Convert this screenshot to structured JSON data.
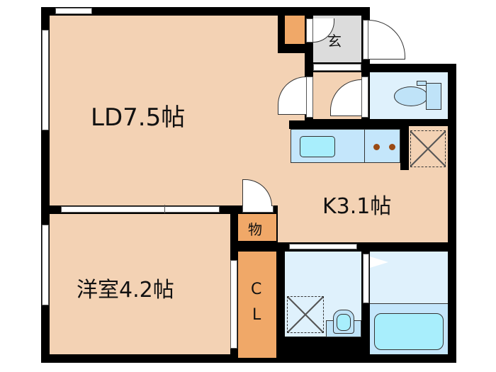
{
  "floor_plan": {
    "rooms": [
      {
        "id": "ld",
        "label": "LD7.5帖",
        "type": "Living/Dining",
        "size_jo": 7.5
      },
      {
        "id": "kitchen",
        "label": "K3.1帖",
        "type": "Kitchen",
        "size_jo": 3.1
      },
      {
        "id": "western",
        "label": "洋室4.2帖",
        "type": "Western-style room",
        "size_jo": 4.2
      },
      {
        "id": "entrance",
        "label": "玄",
        "type": "Entrance"
      },
      {
        "id": "storage",
        "label": "物",
        "type": "Storage"
      },
      {
        "id": "closet",
        "label_top": "C",
        "label_bottom": "L",
        "type": "Closet"
      },
      {
        "id": "toilet",
        "label": "",
        "type": "Toilet"
      },
      {
        "id": "washroom",
        "label": "",
        "type": "Washroom"
      },
      {
        "id": "bath",
        "label": "",
        "type": "Bathroom"
      }
    ],
    "colors": {
      "room": "#f3d2b4",
      "storage": "#f0a868",
      "entrance": "#dcdcdc",
      "wet_area": "#dff1fc",
      "fixture": "#a8eefc",
      "wall": "#000000"
    }
  }
}
